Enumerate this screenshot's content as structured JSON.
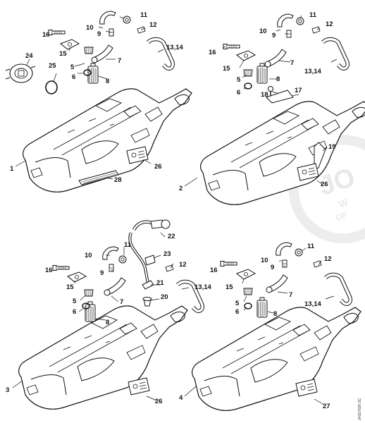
{
  "diagram": {
    "ref_code": "241ET020 SC",
    "watermark": [
      "JO",
      "W",
      "OF"
    ],
    "panels": [
      {
        "id": "p1",
        "assembly": "1",
        "labels": [
          "11",
          "10",
          "9",
          "12",
          "16",
          "15",
          "7",
          "13,14",
          "24",
          "25",
          "5",
          "6",
          "8",
          "26",
          "28"
        ]
      },
      {
        "id": "p2",
        "assembly": "2",
        "labels": [
          "11",
          "10",
          "9",
          "12",
          "16",
          "15",
          "7",
          "13,14",
          "5",
          "6",
          "8",
          "18",
          "17",
          "19",
          "26"
        ]
      },
      {
        "id": "p3",
        "assembly": "3",
        "labels": [
          "22",
          "23",
          "11",
          "10",
          "16",
          "9",
          "12",
          "15",
          "21",
          "13,14",
          "5",
          "6",
          "7",
          "20",
          "8",
          "26"
        ]
      },
      {
        "id": "p4",
        "assembly": "4",
        "labels": [
          "11",
          "10",
          "9",
          "12",
          "16",
          "15",
          "7",
          "13,14",
          "5",
          "6",
          "8",
          "27"
        ]
      }
    ]
  },
  "colors": {
    "line": "#111111",
    "fill": "#ffffff",
    "hatch": "#333333",
    "watermark": "#e9e9e9"
  }
}
